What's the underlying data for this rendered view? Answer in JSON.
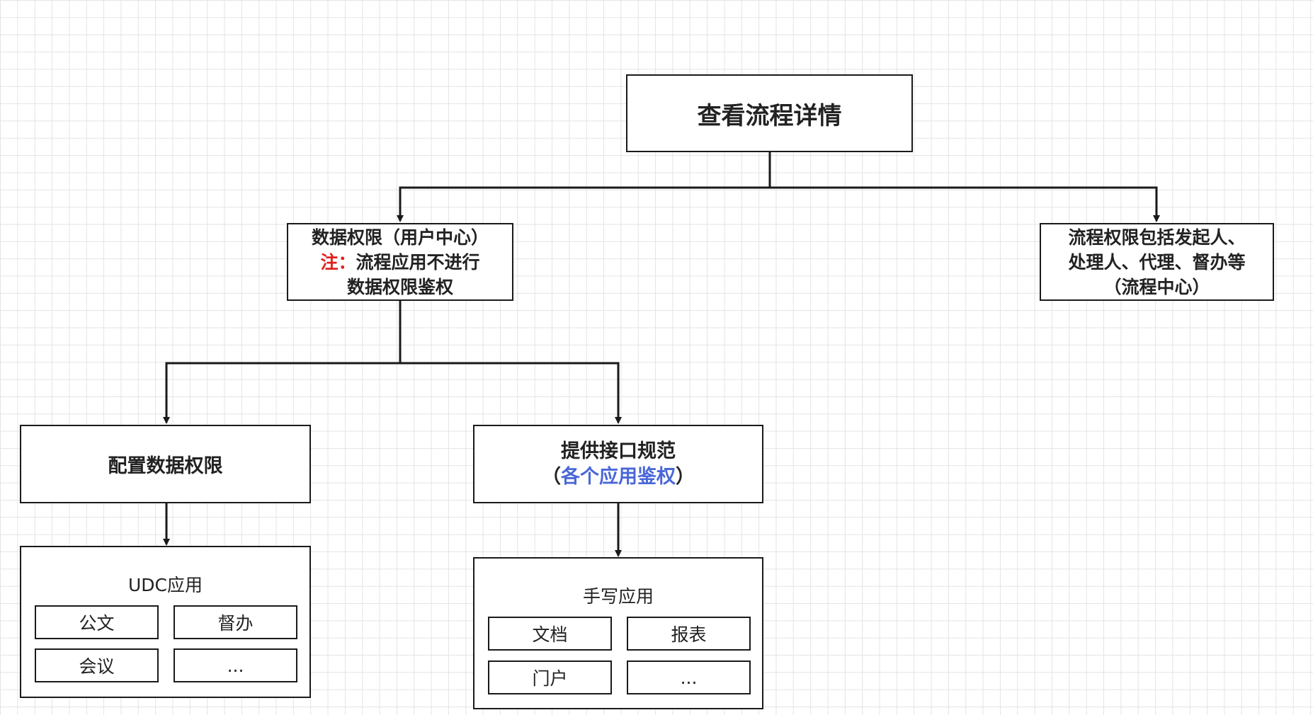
{
  "root": {
    "label": "查看流程详情"
  },
  "data_perm": {
    "line1": "数据权限（用户中心）",
    "note_prefix": "注：",
    "note_text": "流程应用不进行",
    "line3": "数据权限鉴权"
  },
  "flow_perm": {
    "line1": "流程权限包括发起人、",
    "line2": "处理人、代理、督办等",
    "line3": "（流程中心）"
  },
  "config": {
    "label": "配置数据权限"
  },
  "api": {
    "line1": "提供接口规范",
    "paren_open": "（",
    "highlight": "各个应用鉴权",
    "paren_close": "）"
  },
  "udc": {
    "title": "UDC应用",
    "items": [
      "公文",
      "督办",
      "会议",
      "..."
    ]
  },
  "handwrite": {
    "title": "手写应用",
    "items": [
      "文档",
      "报表",
      "门户",
      "..."
    ]
  },
  "colors": {
    "stroke": "#1a1a1a",
    "note_red": "#e02020",
    "highlight_blue": "#4a67d8",
    "grid": "#e4e4e4"
  }
}
